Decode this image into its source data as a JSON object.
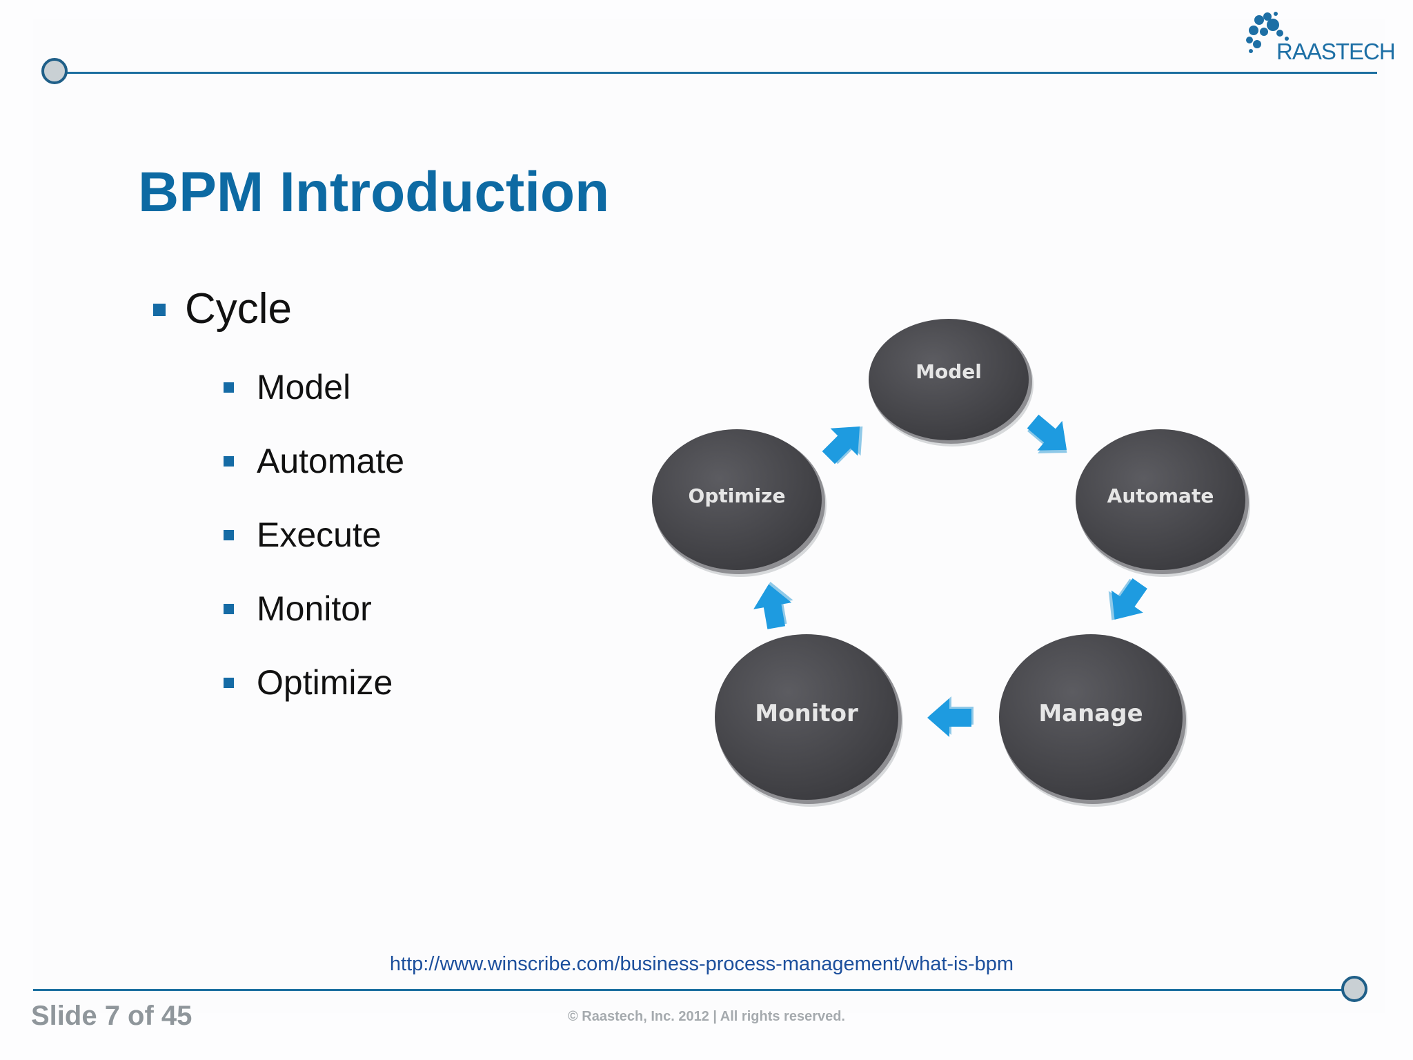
{
  "header": {
    "logo_text": "RAASTECH"
  },
  "title": "BPM Introduction",
  "bullets": {
    "main": "Cycle",
    "sub": [
      "Model",
      "Automate",
      "Execute",
      "Monitor",
      "Optimize"
    ]
  },
  "diagram": {
    "nodes": [
      "Model",
      "Automate",
      "Manage",
      "Monitor",
      "Optimize"
    ],
    "node_color": "#4a4a4e",
    "arrow_color": "#1e9be0"
  },
  "footer": {
    "url": "http://www.winscribe.com/business-process-management/what-is-bpm",
    "slide_number": "Slide 7 of 45",
    "copyright": "© Raastech, Inc. 2012  |  All rights reserved."
  },
  "colors": {
    "title": "#0d6aa3",
    "rule": "#1c6fa0",
    "bullet": "#156ba5"
  }
}
